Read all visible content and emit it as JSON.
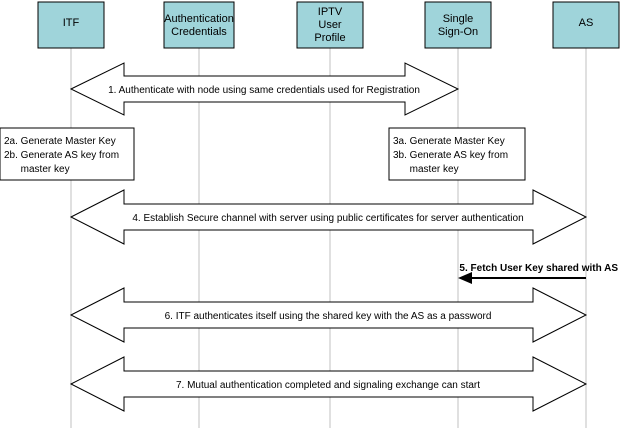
{
  "colors": {
    "entity_fill": "#9fd4da",
    "lifeline": "#c0c0c0",
    "arrow_stroke": "#000000",
    "arrow_fill": "#ffffff"
  },
  "entities": [
    {
      "id": "itf",
      "lines": [
        "ITF"
      ]
    },
    {
      "id": "auth",
      "lines": [
        "Authentication",
        "Credentials"
      ]
    },
    {
      "id": "iptv",
      "lines": [
        "IPTV",
        "User",
        "Profile"
      ]
    },
    {
      "id": "sso",
      "lines": [
        "Single",
        "Sign-On"
      ]
    },
    {
      "id": "as",
      "lines": [
        "AS"
      ]
    }
  ],
  "notes": [
    {
      "id": "itf-note",
      "lines": [
        "2a. Generate Master Key",
        "2b. Generate AS key from",
        "      master key"
      ]
    },
    {
      "id": "sso-note",
      "lines": [
        "3a. Generate Master Key",
        "3b. Generate AS key from",
        "      master key"
      ]
    }
  ],
  "messages": [
    {
      "id": "msg-1",
      "text": "1. Authenticate with node using same credentials used for Registration",
      "kind": "double",
      "from": "itf",
      "to": "sso"
    },
    {
      "id": "msg-4",
      "text": "4. Establish Secure channel with server using public certificates for server authentication",
      "kind": "double",
      "from": "itf",
      "to": "as"
    },
    {
      "id": "msg-5",
      "text": "5. Fetch User Key shared with AS",
      "kind": "single",
      "from": "as",
      "to": "sso"
    },
    {
      "id": "msg-6",
      "text": "6. ITF authenticates itself using the shared key with the AS as a password",
      "kind": "double",
      "from": "itf",
      "to": "as"
    },
    {
      "id": "msg-7",
      "text": "7. Mutual authentication completed and signaling exchange can start",
      "kind": "double",
      "from": "itf",
      "to": "as"
    }
  ]
}
